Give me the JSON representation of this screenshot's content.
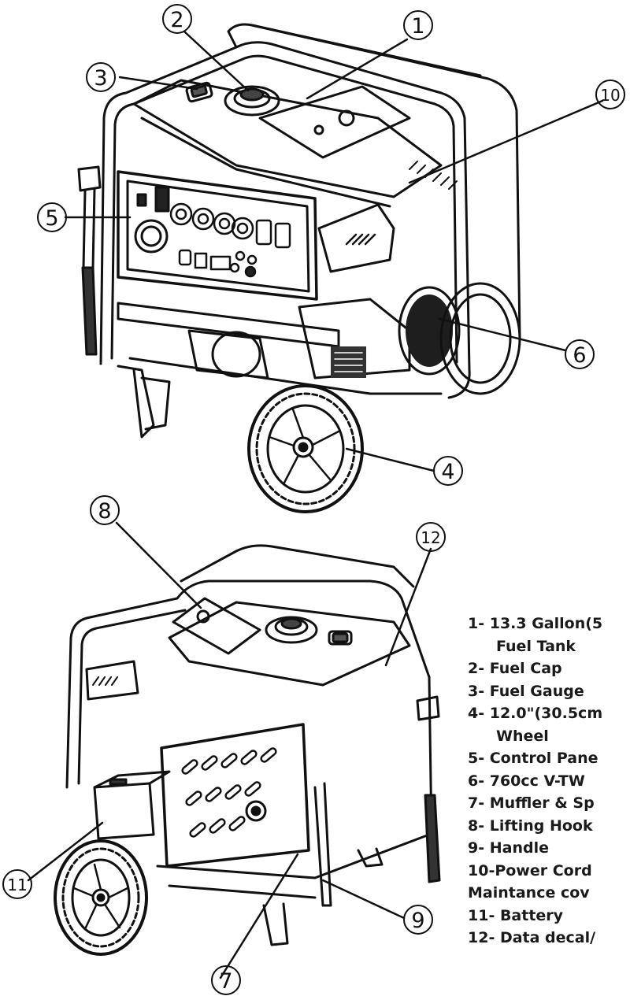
{
  "callouts": [
    "1",
    "2",
    "3",
    "4",
    "5",
    "6",
    "7",
    "8",
    "9",
    "10",
    "11",
    "12"
  ],
  "legend": {
    "items": [
      {
        "line1": "1- 13.3 Gallon(5",
        "line2": "Fuel Tank"
      },
      {
        "line1": "2- Fuel Cap"
      },
      {
        "line1": "3- Fuel Gauge"
      },
      {
        "line1": "4- 12.0\"(30.5cm",
        "line2": "Wheel"
      },
      {
        "line1": "5- Control Pane"
      },
      {
        "line1": "6- 760cc V-TW"
      },
      {
        "line1": "7- Muffler & Sp"
      },
      {
        "line1": "8- Lifting Hook"
      },
      {
        "line1": "9- Handle"
      },
      {
        "line1": "10-Power Cord"
      },
      {
        "line1": "Maintance cov"
      },
      {
        "line1": "11- Battery"
      },
      {
        "line1": "12- Data decal/"
      }
    ]
  }
}
